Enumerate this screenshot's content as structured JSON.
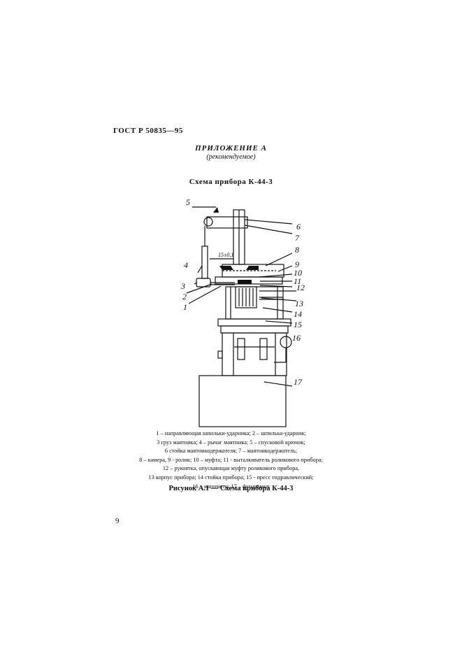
{
  "header": {
    "standard": "ГОСТ Р 50835—95"
  },
  "appendix": {
    "title": "ПРИЛОЖЕНИЕ А",
    "subtitle": "(рекомендуемое)"
  },
  "scheme": {
    "title": "Схема прибора К-44-3"
  },
  "figure": {
    "callouts": [
      "1",
      "2",
      "3",
      "4",
      "5",
      "6",
      "7",
      "8",
      "9",
      "10",
      "11",
      "12",
      "13",
      "14",
      "15",
      "16",
      "17"
    ],
    "dimension": "15±0,1"
  },
  "legend": [
    "1 – направляющая шпильки-ударника; 2 – шпилька-ударник;",
    "3 груз маятника; 4 – рычаг маятника; 5 – спусковой крючок;",
    "6 стойка маятникодержателя; 7 – маятникодержатель;",
    "8 – камера, 9 - ролик; 10 – муфта; 11 - выталкиватель роликового прибора;",
    "12 – рукоятка, опускающая муфту роликового прибора,",
    "13 корпус прибора; 14 стойка прибора; 15 - пресс гидравлический;",
    "16 – манометр; 17 – фундамент"
  ],
  "caption": "Рисунок А.1 — Схема прибора К-44-3",
  "page_number": "9"
}
